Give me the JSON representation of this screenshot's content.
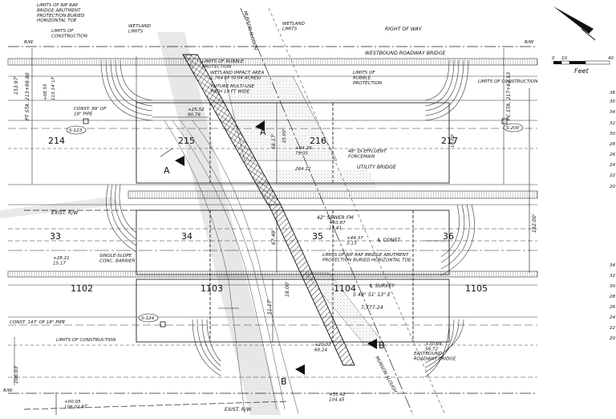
{
  "plan": {
    "callouts": {
      "riprap_top": "LIMITS OF RIP RAP\nBRIDGE ABUTMENT\nPROTECTION BURIED\nHORIZONTAL TOE",
      "construction_top": "LIMITS OF\nCONSTRUCTION",
      "wetland_left": "WETLAND\nLIMITS",
      "wetland_right": "WETLAND\nLIMITS",
      "right_of_way": "RIGHT OF WAY",
      "rubble_upper": "LIMITS OF RUBBLE\nPROTECTION",
      "wetland_impact": "WETLAND IMPACT AREA\n1,764 SF (0.04 ACRES)",
      "multi_use": "FUTURE MULTI-USE\nPATH 10 FT WIDE",
      "westbound_bridge": "WESTBOUND ROADWAY BRIDGE",
      "rubble_right": "LIMITS OF\nRUBBLE\nPROTECTION",
      "construction_right": "LIMITS OF CONSTRUCTION",
      "effluent": "48\" DI EFFLUENT\nFORCEMAIN",
      "utility_bridge": "UTILITY BRIDGE",
      "exist_row_mid": "EXIST. R/W",
      "sewer_fm": "42\" SEWER FM",
      "const": "℄ CONST",
      "single_slope": "SINGLE-SLOPE\nCONC. BARRIER",
      "riprap_mid": "LIMITS OF RIP RAP BRIDGE ABUTMENT\nPROTECTION BURIED HORIZONTAL TOE",
      "survey": "℄ SURVEY",
      "bearing": "S 49° 51' 13\" E",
      "survey_len": "7,777.24",
      "const_pipe_bottom": "CONST. 147' OF 18\" PIPE",
      "construction_bottom": "LIMITS OF CONSTRUCTION",
      "eastbound_bridge": "EASTBOUND\nROADWAY BRIDGE",
      "slough": "MUNSON SLOUGH",
      "exist_row_bottom": "EXIST. R/W",
      "const_pipe_top": "CONST. 89' OF\n18\" PIPE",
      "rw_left": "R/W",
      "rw_right": "R/W",
      "rw_bottom": "R/W"
    },
    "stations": {
      "pt": "PT STA. 213+98.80",
      "pc": "PC STA. 217+62.93",
      "left_offset_top": "153.97'",
      "left_offset_bottom": "106.03'",
      "lt_113": "113.14' LT",
      "plus_08": "+08.55",
      "right_vert": "182.00'"
    },
    "numbers": {
      "n214": "214",
      "n215": "215",
      "n216": "216",
      "n217": "217",
      "n33": "33",
      "n34": "34",
      "n35": "35",
      "n36": "36",
      "n1102": "1102",
      "n1103": "1103",
      "n1104": "1104",
      "n1105": "1105"
    },
    "dims": {
      "d5817": "58.17'",
      "d6749": "67.49'",
      "d5117": "51.17'",
      "d1800": "18.00'",
      "d2500": "25.00'",
      "d1600": "16.00'"
    },
    "offsets": {
      "o1": "+25.52\n90.76",
      "o2": "+04.29\n79.35",
      "o3": "264.12",
      "o4": "+83.87\n14.41",
      "o5": "+44.37\n3.13",
      "o6": "+28.21\n15.17",
      "o7": "+20.07\n68.24",
      "o8": "+70.69\n58.72",
      "o9": "+35.42\n104.45",
      "o10": "+00.05\n106.02 RT"
    },
    "structures": {
      "s123": "S-123",
      "s200": "S-200",
      "s124": "S-124"
    },
    "sections": {
      "a": "A",
      "b": "B"
    }
  },
  "scale": {
    "unit": "Feet",
    "ticks": [
      "0",
      "10",
      "40"
    ]
  },
  "sidebar_numbers": [
    "36",
    "35",
    "34",
    "32",
    "30",
    "28",
    "26",
    "24",
    "22",
    "20",
    "34",
    "32",
    "30",
    "28",
    "26",
    "24",
    "22",
    "20"
  ]
}
